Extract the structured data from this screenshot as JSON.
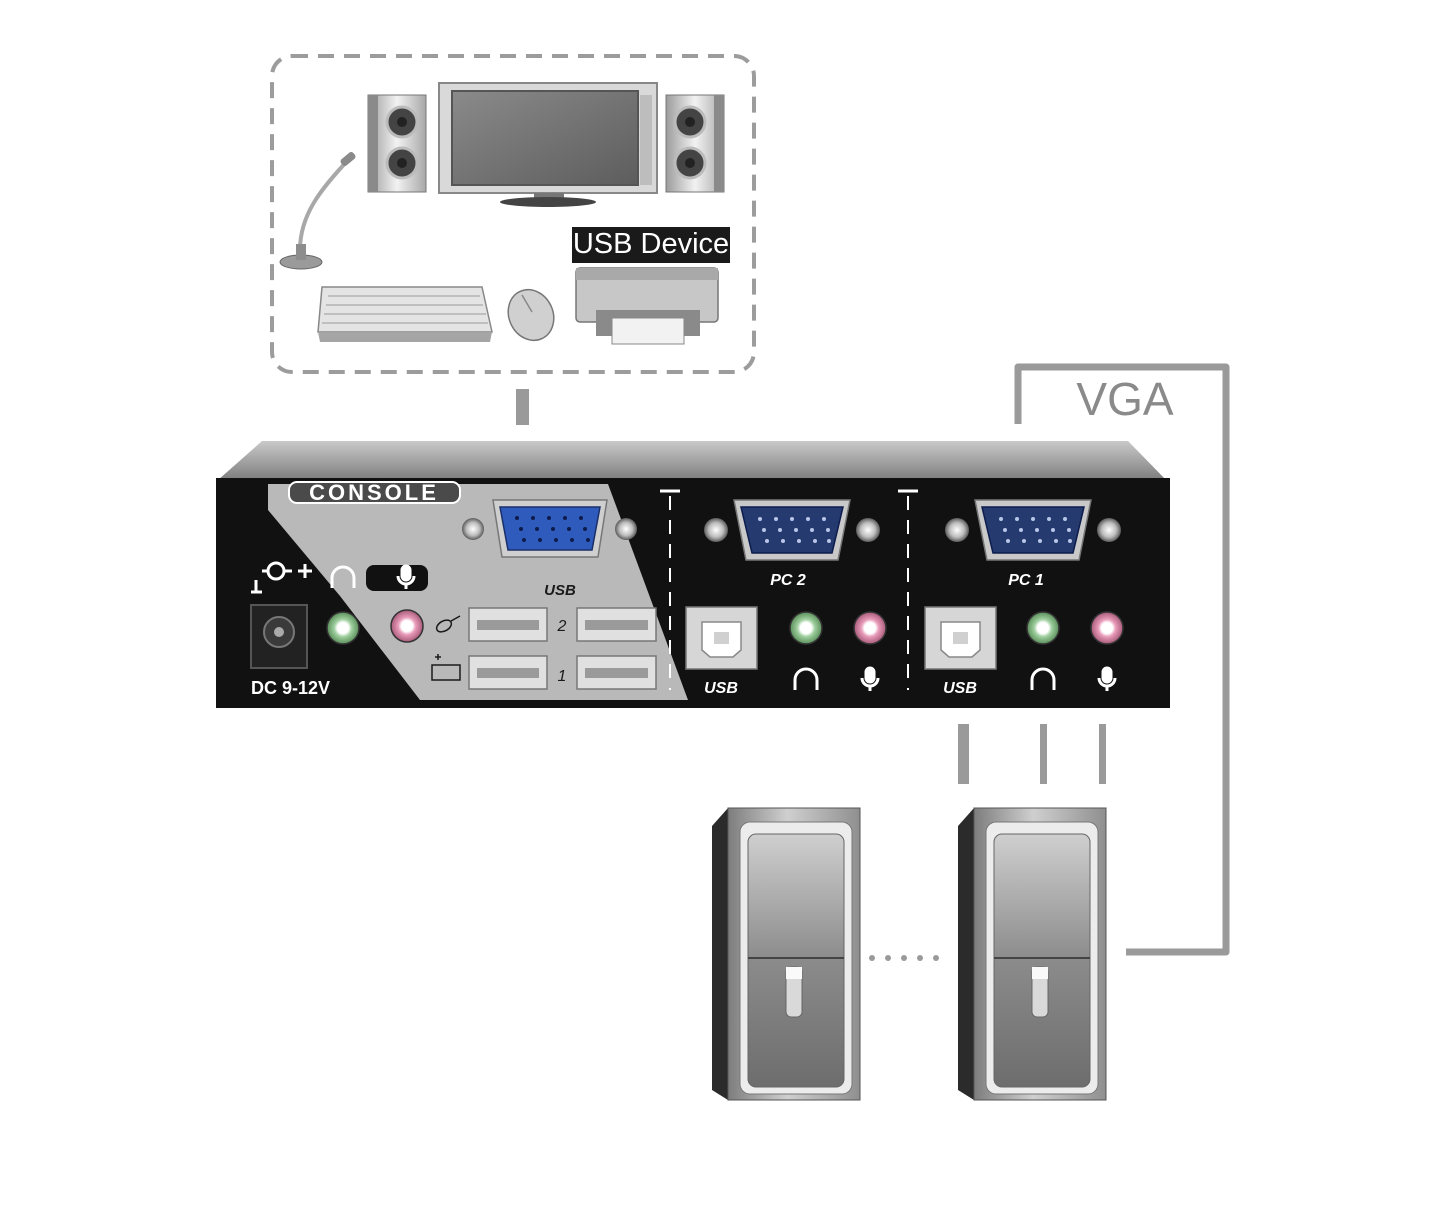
{
  "labels": {
    "usb_device": "USB Device",
    "vga": "VGA",
    "console": "CONSOLE",
    "console_usb": "USB",
    "usb_row_2": "2",
    "usb_row_1": "1",
    "pc2_label": "PC 2",
    "pc1_label": "PC 1",
    "pc2_usb": "USB",
    "pc1_usb": "USB",
    "dc_power": "DC 9-12V"
  },
  "icons": {
    "speaker": "speaker-icon",
    "monitor": "monitor-icon",
    "microphone": "microphone-icon",
    "keyboard": "keyboard-icon",
    "mouse": "mouse-icon",
    "printer": "printer-icon",
    "headphone": "headphone-icon",
    "computer_tower": "computer-tower-icon",
    "power": "power-icon"
  },
  "colors": {
    "panel_black": "#111111",
    "panel_gray": "#b9b9b9",
    "vga_blue": "#2f5bbd",
    "cable_gray": "#9a9a9a",
    "audio_green": "#9fcf9f",
    "audio_pink": "#e89ab8"
  }
}
